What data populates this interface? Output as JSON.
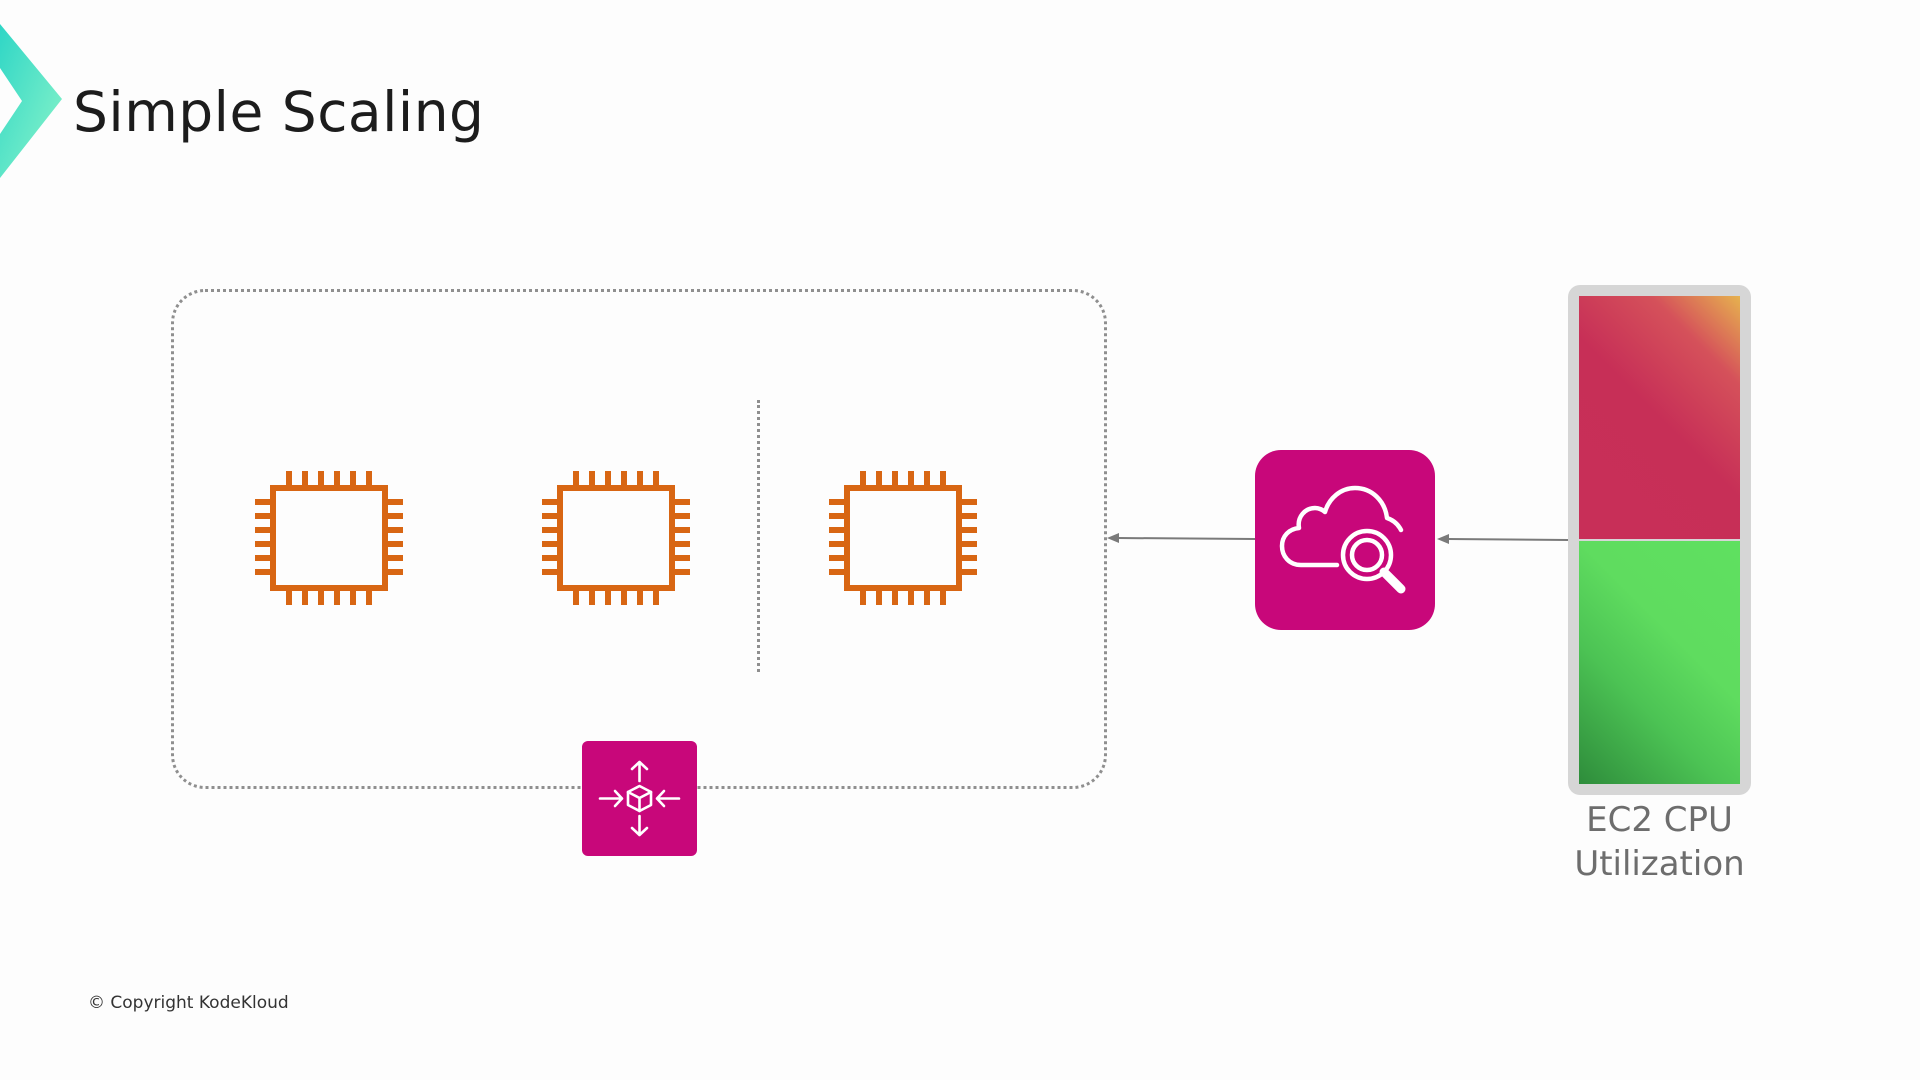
{
  "slide": {
    "title": "Simple Scaling",
    "copyright": "© Copyright KodeKloud"
  },
  "diagram": {
    "auto_scaling_group": {
      "icon": "auto-scaling-icon",
      "instances": [
        {
          "icon": "ec2-instance-icon"
        },
        {
          "icon": "ec2-instance-icon"
        },
        {
          "icon": "ec2-instance-icon"
        }
      ]
    },
    "monitor": {
      "icon": "cloudwatch-icon"
    },
    "metric": {
      "label_line1": "EC2 CPU",
      "label_line2": "Utilization",
      "upper_fraction": 0.5,
      "lower_fraction": 0.5
    },
    "flow": [
      "metric -> monitor",
      "monitor -> auto_scaling_group"
    ]
  },
  "colors": {
    "accent": "#c8077a",
    "chip": "#d86613",
    "logo_start": "#2fd6c6",
    "logo_end": "#8cf5c9",
    "gauge_high": "#c82f58",
    "gauge_low": "#5fdc5f",
    "gauge_frame": "#d6d6d6"
  }
}
